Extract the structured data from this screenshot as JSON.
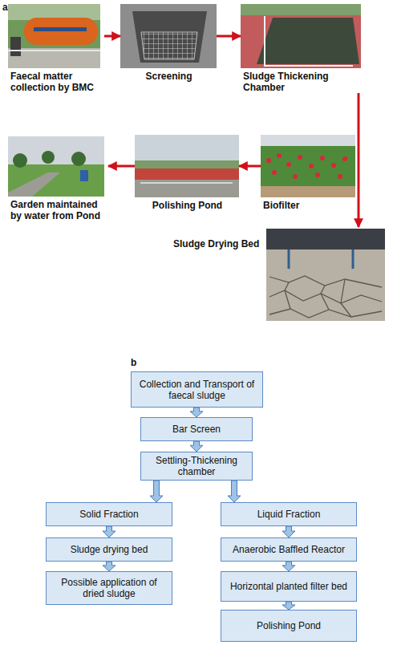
{
  "diagram": {
    "nodes": [
      {
        "text": [
          "Faecal matter collection by BMC"
        ]
      },
      {
        "text": [
          "Screening"
        ]
      },
      {
        "text": [
          "Sludge Thickening Chamber"
        ]
      },
      {
        "text": [
          "Garden maintained by water from Pond"
        ]
      },
      {
        "text": [
          "Polishing Pond"
        ]
      },
      {
        "text": [
          "Biofilter"
        ]
      },
      {
        "text": [
          "Sludge Drying Bed"
        ]
      },
      {
        "text": [
          "Collection and Transport of faecal sludge"
        ]
      },
      {
        "text": [
          "Bar Screen"
        ]
      },
      {
        "text": [
          "Settling-Thickening chamber"
        ]
      },
      {
        "text": [
          "Solid Fraction"
        ]
      },
      {
        "text": [
          "Liquid Fraction"
        ]
      },
      {
        "text": [
          "Sludge drying bed"
        ]
      },
      {
        "text": [
          "Anaerobic Baffled Reactor"
        ]
      },
      {
        "text": [
          "Possible application of dried sludge"
        ]
      },
      {
        "text": [
          "Horizontal planted filter bed"
        ]
      },
      {
        "text": [
          "Polishing Pond"
        ]
      }
    ],
    "edges": [
      {
        "from": 0,
        "to": 1,
        "arrow": "to"
      },
      {
        "from": 1,
        "to": 2,
        "arrow": "to"
      },
      {
        "from": 2,
        "to": 6,
        "arrow": "to"
      },
      {
        "from": 5,
        "to": 4,
        "arrow": "to"
      },
      {
        "from": 4,
        "to": 3,
        "arrow": "to"
      },
      {
        "from": 7,
        "to": 8,
        "arrow": "to"
      },
      {
        "from": 8,
        "to": 9,
        "arrow": "to"
      },
      {
        "from": 9,
        "to": 10,
        "arrow": "to"
      },
      {
        "from": 9,
        "to": 11,
        "arrow": "to"
      },
      {
        "from": 10,
        "to": 12,
        "arrow": "to"
      },
      {
        "from": 11,
        "to": 13,
        "arrow": "to"
      },
      {
        "from": 12,
        "to": 14,
        "arrow": "to"
      },
      {
        "from": 13,
        "to": 15,
        "arrow": "to"
      },
      {
        "from": 15,
        "to": 16,
        "arrow": "to"
      }
    ],
    "labels": [
      "a",
      "b"
    ]
  }
}
